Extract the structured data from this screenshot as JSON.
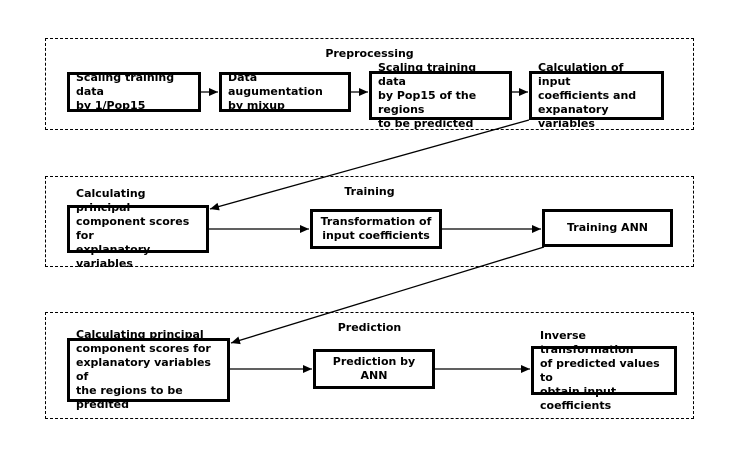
{
  "sections": {
    "preprocessing": "Preprocessing",
    "training": "Training",
    "prediction": "Prediction"
  },
  "boxes": {
    "scale_by_inv_pop15": "Scaling training data\nby 1/Pop15",
    "data_augmentation": "Data augumentation\nby mixup",
    "scale_by_pop15_regions": "Scaling training data\nby Pop15 of the regions\nto be predicted",
    "calc_input_coefficients": "Calculation of input\ncoefficients and\nexpanatory variables",
    "pcs_explanatory": "Calculating principal\ncomponent scores for\nexplanatory variables",
    "transform_input_coefficients": "Transformation of\ninput coefficients",
    "training_ann": "Training ANN",
    "pcs_explanatory_regions": "Calculating principal\ncomponent scores for\nexplanatory variables of\nthe regions to be predited",
    "prediction_by_ann": "Prediction by ANN",
    "inverse_transformation": "Inverse transformation\nof predicted values to\nobtain input coefficients"
  }
}
